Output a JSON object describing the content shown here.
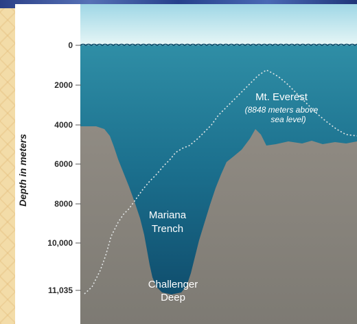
{
  "colors": {
    "sky": "#bfe6ee",
    "ocean_surface": "#2f8ea6",
    "ocean_deep": "#0f4e6c",
    "seafloor": "#8b8780",
    "everest_outline": "#e2e6e6",
    "label_text": "#ffffff",
    "axis_text": "#2a2a2a",
    "background": "#f3dca8"
  },
  "axis": {
    "title": "Depth in meters",
    "ticks": [
      {
        "label": "0",
        "depth_m": 0
      },
      {
        "label": "2000",
        "depth_m": 2000
      },
      {
        "label": "4000",
        "depth_m": 4000
      },
      {
        "label": "6000",
        "depth_m": 6000
      },
      {
        "label": "8000",
        "depth_m": 8000
      },
      {
        "label": "10,000",
        "depth_m": 10000
      },
      {
        "label": "11,035",
        "depth_m": 11035
      }
    ]
  },
  "labels": {
    "everest_name": "Mt. Everest",
    "everest_note_line1": "(8848 meters above",
    "everest_note_line2": "sea level)",
    "trench_line1": "Mariana",
    "trench_line2": "Trench",
    "deep_line1": "Challenger",
    "deep_line2": "Deep"
  },
  "figures": {
    "everest_height_m": 8848,
    "challenger_deep_m": 11035
  }
}
